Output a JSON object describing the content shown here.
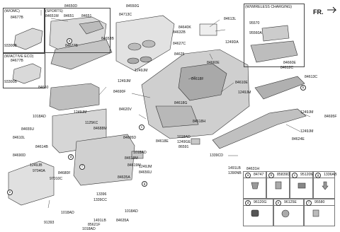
{
  "compass": "FR.",
  "boxes": {
    "womc": "(W/OMC)",
    "sports": "(SPORTS)",
    "w_active_eco": "(W/ACTIVE ECO)",
    "w_wireless": "(W/WIRELESS CHARGING)"
  },
  "labels": {
    "p84650D": "84650D",
    "p84650D_b": "84650D",
    "p84677B_a": "84677B",
    "p84651_a": "84651",
    "p84651M": "84651M",
    "p84651_b": "84651",
    "p93300B_a": "93300B",
    "p84677B_b": "84677B",
    "p84677B_c": "84677B",
    "p93300B_b": "93300B",
    "p84653B": "84653B",
    "p84660": "84660",
    "p84550G": "84550G",
    "p84713C": "84713C",
    "p84632B": "84632B",
    "p84627C": "84627C",
    "p84625": "84625",
    "p1249JM_a": "1249JM",
    "p84640K": "84640K",
    "p84613L": "84613L",
    "p1249DA": "1249DA",
    "p95570": "95570",
    "p95560A": "95560A",
    "p84660E": "84660E",
    "p84660E_b": "84660E",
    "p84612C": "84612C",
    "p84613C": "84613C",
    "p1249JM_b": "1249JM",
    "p84690F_a": "84690F",
    "p84618F": "84618F",
    "p84610E": "84610E",
    "p1249JM_c": "1249JM",
    "p84620V": "84620V",
    "p84618G": "84618G",
    "p84618H": "84618H",
    "p1249JM_d": "1249JM",
    "p84695F": "84695F",
    "p1249JM_e": "1249JM",
    "p84624E": "84624E",
    "p1018AD_a": "1018AD",
    "p1249JM_f": "1249JM",
    "p84655U": "84655U",
    "p1125KC": "1125KC",
    "p84688M": "84688M",
    "p84610L": "84610L",
    "p84614B": "84614B",
    "p84695D": "84695D",
    "p84618E": "84618E",
    "p84618M": "84618M",
    "p1018AD_b": "1018AD",
    "p1249GE": "1249GE",
    "p1018AD_c": "1018AD",
    "p86591": "86591",
    "p1339CD": "1339CD",
    "p1491LB_a": "1491LB",
    "p1390NB": "1390NB",
    "p84631H": "84631H",
    "p84690D": "84690D",
    "p1249JB": "1249JB",
    "p97040A": "97040A",
    "p97010C": "97010C",
    "p84680F": "84680F",
    "p84619M": "84619M",
    "p1249JM_g": "1249JM",
    "p84656U": "84656U",
    "p13396": "13396",
    "p1339CC": "1339CC",
    "p84635A": "84635A",
    "p1018AD_d": "1018AD",
    "p1018AD_e": "1018AD",
    "p1491LB_b": "1491LB",
    "p85621F": "85621F",
    "p84635A_b": "84635A",
    "p1018AD_f": "1018AD",
    "p91393": "91393",
    "p1249JM_h": "1249JM",
    "p84690F_b": "84690F",
    "p1249JM_i": "1249JM"
  },
  "legend": [
    {
      "letter": "a",
      "code": "84747"
    },
    {
      "letter": "b",
      "code": "85839D"
    },
    {
      "letter": "c",
      "code": "95120M"
    },
    {
      "letter": "d",
      "code": "96120G"
    },
    {
      "letter": "e",
      "code": "96125E"
    },
    {
      "letter": "f",
      "code": "95580"
    },
    {
      "letter": "g",
      "code": "1336AB"
    }
  ],
  "circle_letters": [
    "a",
    "b",
    "c",
    "d",
    "e",
    "f",
    "g"
  ]
}
